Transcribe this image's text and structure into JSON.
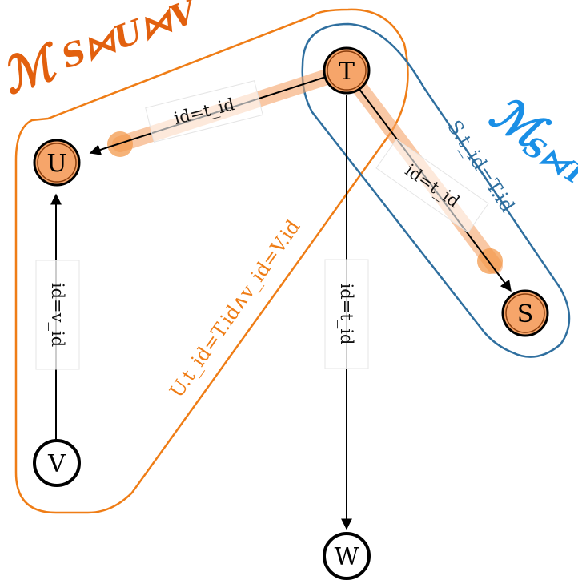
{
  "colors": {
    "orange": "#ef7d16",
    "orange_dark": "#e2600e",
    "orange_fill": "#f6a56a",
    "blue": "#2f6f9f",
    "blue_text": "#1a8fe6",
    "black": "#000000"
  },
  "nodes": {
    "T": "T",
    "U": "U",
    "S": "S",
    "V": "V",
    "W": "W"
  },
  "edges": {
    "t_to_u": "id=t_id",
    "t_to_s": "id=t_id",
    "t_to_w": "id=t_id",
    "v_to_u": "id=v_id"
  },
  "regions": {
    "suv": {
      "symbol": "ℳ",
      "subscript": "S⋈U⋈V",
      "condition": "U.t_id=T.id∧v_id=V.id"
    },
    "st": {
      "symbol": "ℳ",
      "subscript": "S⋈T",
      "condition": "S.t_id=T.id"
    }
  }
}
